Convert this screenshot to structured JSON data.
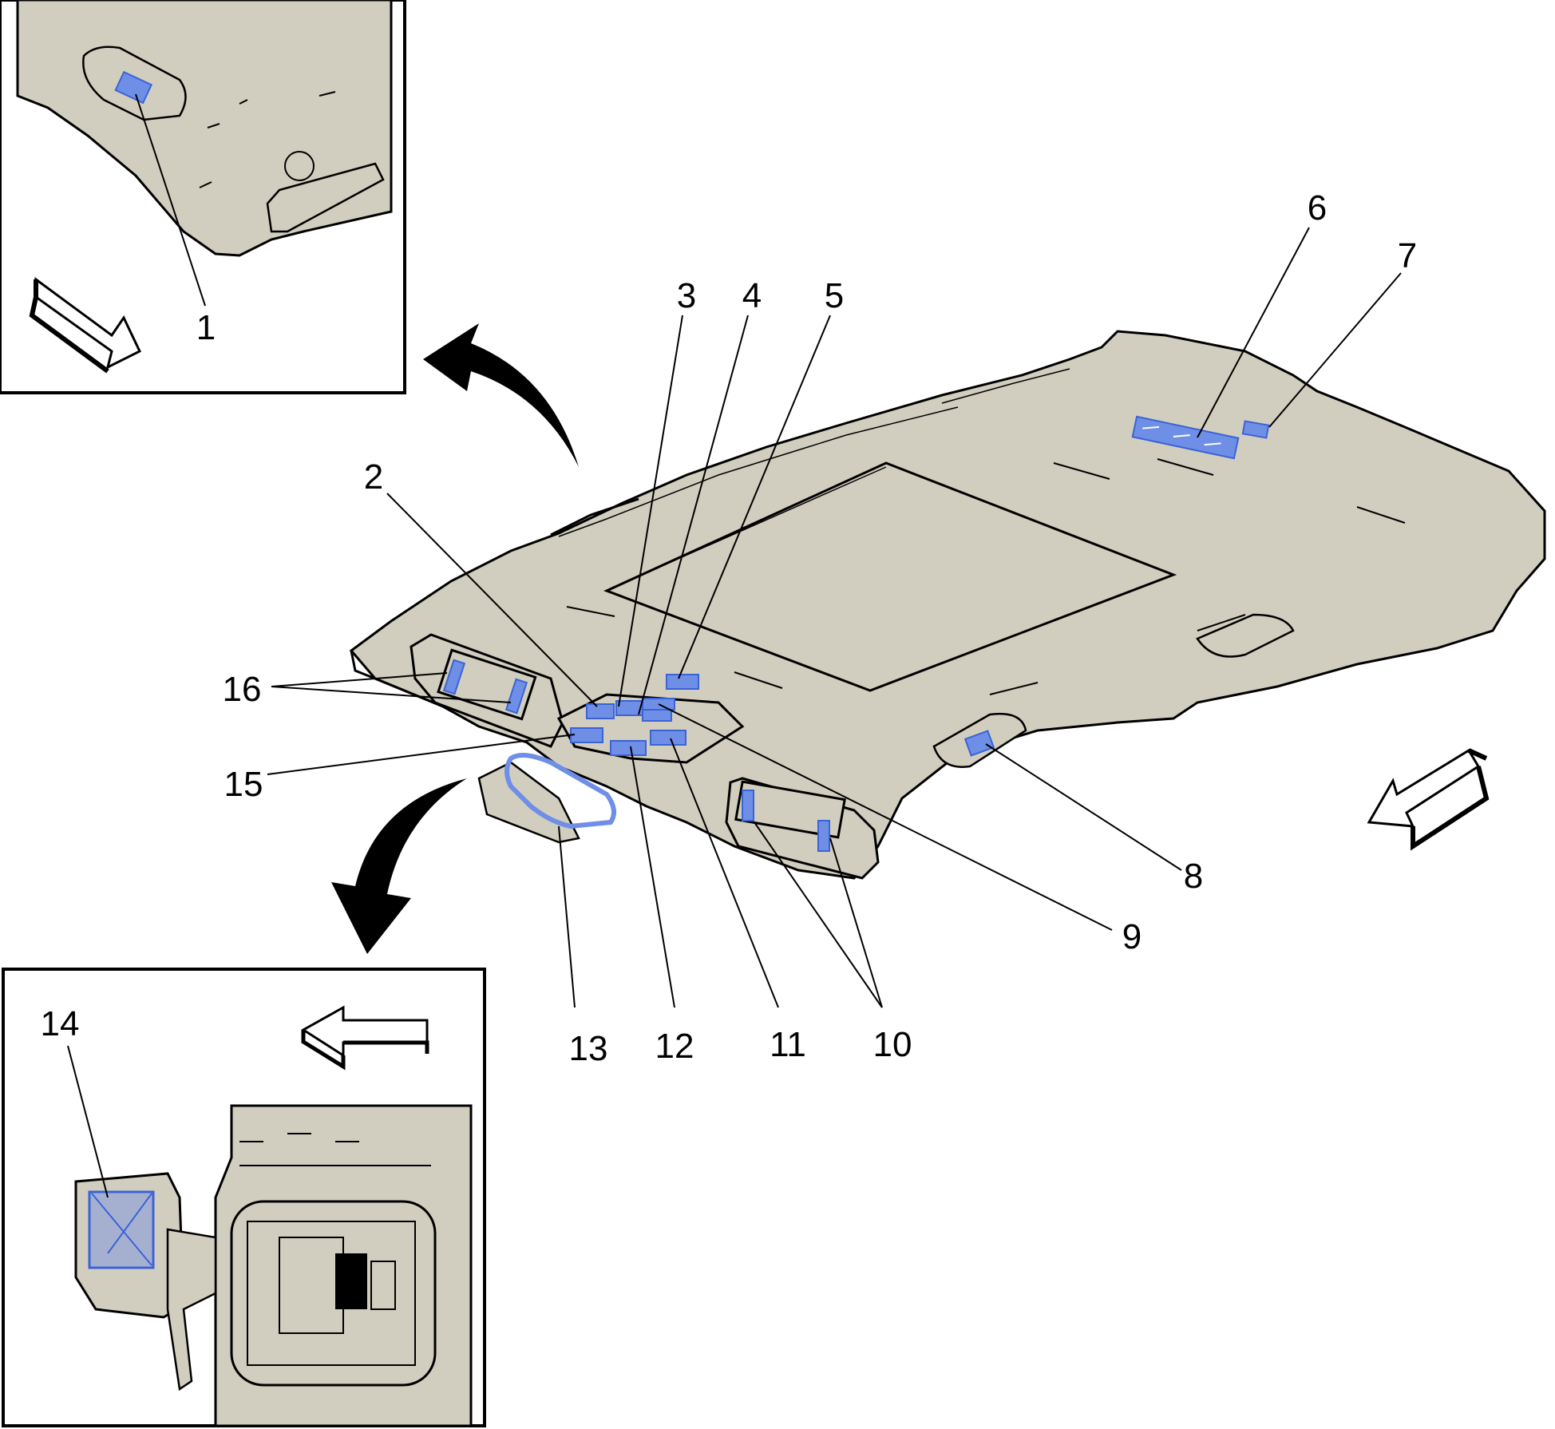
{
  "diagram": {
    "callouts": [
      {
        "id": "1",
        "label": "1"
      },
      {
        "id": "2",
        "label": "2"
      },
      {
        "id": "3",
        "label": "3"
      },
      {
        "id": "4",
        "label": "4"
      },
      {
        "id": "5",
        "label": "5"
      },
      {
        "id": "6",
        "label": "6"
      },
      {
        "id": "7",
        "label": "7"
      },
      {
        "id": "8",
        "label": "8"
      },
      {
        "id": "9",
        "label": "9"
      },
      {
        "id": "10",
        "label": "10"
      },
      {
        "id": "11",
        "label": "11"
      },
      {
        "id": "12",
        "label": "12"
      },
      {
        "id": "13",
        "label": "13"
      },
      {
        "id": "14",
        "label": "14"
      },
      {
        "id": "15",
        "label": "15"
      },
      {
        "id": "16",
        "label": "16"
      }
    ],
    "colors": {
      "headliner": "#d1cdbf",
      "highlight": "#6f8fe6",
      "highlight_stroke": "#3a63d6",
      "line": "#000000",
      "background": "#ffffff"
    },
    "icons": [
      "direction-arrow-icon",
      "curved-pointer-arrow-icon"
    ]
  }
}
